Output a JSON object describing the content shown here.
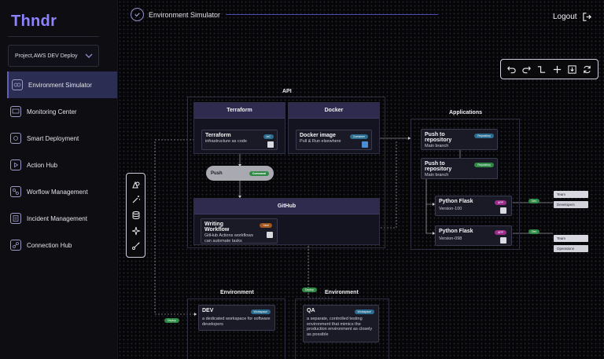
{
  "app": {
    "logo": "Thndr",
    "page_title": "Environment Simulator",
    "logout": "Logout"
  },
  "project": {
    "selected": "Project,AWS DEV Deploy"
  },
  "sidebar": {
    "items": [
      {
        "label": "Environment Simulator",
        "icon": "simulator-icon",
        "active": true
      },
      {
        "label": "Monitoring Center",
        "icon": "monitor-icon"
      },
      {
        "label": "Smart Deployment",
        "icon": "deploy-icon"
      },
      {
        "label": "Action Hub",
        "icon": "play-icon"
      },
      {
        "label": "Worflow Management",
        "icon": "workflow-icon"
      },
      {
        "label": "Incident Management",
        "icon": "incident-icon"
      },
      {
        "label": "Connection Hub",
        "icon": "connection-icon"
      }
    ]
  },
  "toolbar": {
    "icons": [
      "undo-icon",
      "redo-icon",
      "connector-icon",
      "add-icon",
      "save-icon",
      "refresh-icon"
    ]
  },
  "leftbar": {
    "icons": [
      "shapes-icon",
      "magic-wand-icon",
      "database-icon",
      "sparkle-icon",
      "rocket-icon"
    ]
  },
  "diagram": {
    "api": {
      "label": "API",
      "terraform_header": "Terraform",
      "docker_header": "Docker",
      "terraform_node": {
        "title": "Terraform",
        "sub": "infrastructure as code",
        "badge": "IaC"
      },
      "docker_node": {
        "title": "Docker image",
        "sub": "Pull & Run elsewhere",
        "badge": "Container"
      },
      "push": {
        "label": "Push",
        "badge": "Command"
      },
      "github_header": "GitHub",
      "github_node": {
        "title": "Writing Workflow",
        "sub": "GitHub Actions workflows can automate tasks",
        "badge": "Yaml"
      }
    },
    "applications": {
      "label": "Applications",
      "push1": {
        "title": "Push to repository",
        "sub": "Main branch",
        "badge": "Repository"
      },
      "push2": {
        "title": "Push to repository",
        "sub": "Main branch",
        "badge": "Repository"
      },
      "flask1": {
        "title": "Python Flask",
        "sub": "Version-100",
        "badge": "APP"
      },
      "flask2": {
        "title": "Python Flask",
        "sub": "Version-098",
        "badge": "APP"
      },
      "dev_badge1": "Dev",
      "dev_badge2": "Dev",
      "team1": "Team",
      "team1_name": "Developers",
      "team2": "Team",
      "team2_name": "Operations"
    },
    "env_dev": {
      "label": "Environment",
      "title": "DEV",
      "badge": "Workspace",
      "sub": "a dedicated workspace for software developers",
      "deploy": "Deploy"
    },
    "env_qa": {
      "label": "Environment",
      "title": "QA",
      "badge": "Workspace",
      "sub": "a separate, controlled testing environment that mimics the production environment as closely as possible",
      "deploy": "Deploy"
    }
  },
  "colors": {
    "accent": "#8b83ff",
    "active_nav": "#2b2d52",
    "panel_header": "#2e2b4e"
  }
}
